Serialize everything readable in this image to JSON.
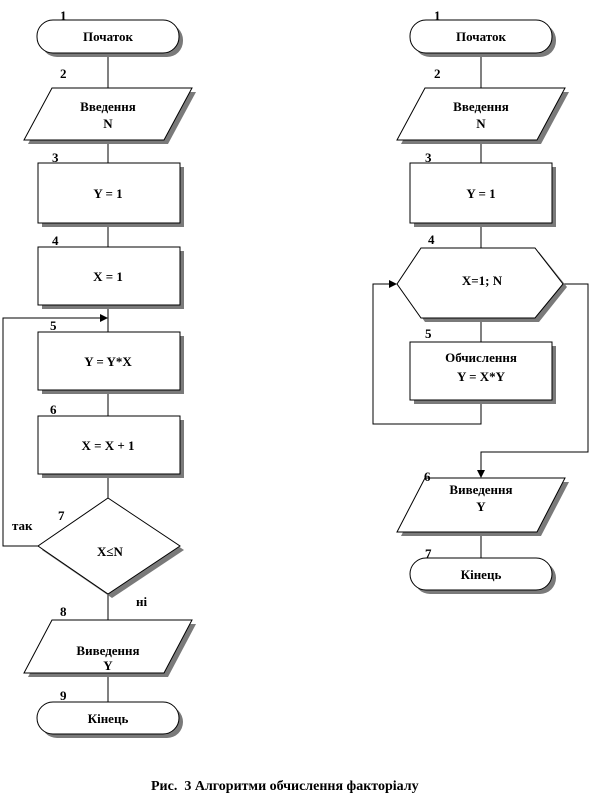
{
  "left": {
    "n1": "1",
    "start": "Початок",
    "n2": "2",
    "input_l1": "Введення",
    "input_l2": "N",
    "n3": "3",
    "y_init": "Y = 1",
    "n4": "4",
    "x_init": "X = 1",
    "n5": "5",
    "y_mul": "Y = Y*X",
    "n6": "6",
    "x_inc": "X = X + 1",
    "n7": "7",
    "cond": "X≤N",
    "yes": "так",
    "no": "ні",
    "n8": "8",
    "output_l1": "Виведення",
    "output_l2": "Y",
    "n9": "9",
    "end": "Кінець"
  },
  "right": {
    "n1": "1",
    "start": "Початок",
    "n2": "2",
    "input_l1": "Введення",
    "input_l2": "N",
    "n3": "3",
    "y_init": "Y = 1",
    "n4": "4",
    "loop": "X=1; N",
    "n5": "5",
    "calc_l1": "Обчислення",
    "calc_l2": "Y = X*Y",
    "n6": "6",
    "output_l1": "Виведення",
    "output_l2": "Y",
    "n7": "7",
    "end": "Кінець"
  },
  "caption": "Рис.  3 Алгоритми обчислення факторіалу"
}
